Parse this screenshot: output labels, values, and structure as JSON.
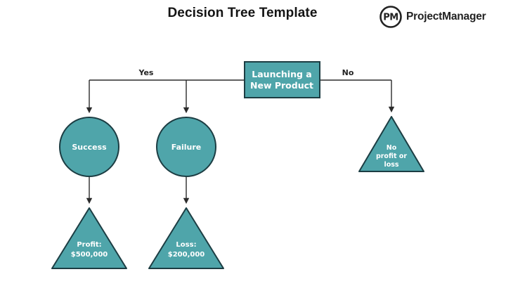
{
  "header": {
    "title": "Decision Tree Template",
    "brand": "ProjectManager",
    "logo_monogram": "PM"
  },
  "diagram": {
    "root_node": {
      "line1": "Launching a",
      "line2": "New Product"
    },
    "branches": {
      "yes_label": "Yes",
      "no_label": "No"
    },
    "nodes": {
      "success": {
        "label": "Success"
      },
      "failure": {
        "label": "Failure"
      },
      "profit": {
        "line1": "Profit:",
        "line2": "$500,000"
      },
      "loss": {
        "line1": "Loss:",
        "line2": "$200,000"
      },
      "no_profit": {
        "line1": "No",
        "line2": "profit or",
        "line3": "loss"
      }
    },
    "colors": {
      "shape_fill": "#4FA5AA",
      "shape_border": "#1C3D43",
      "connector": "#2B2B2B",
      "text_on_shape": "#FFFFFF"
    }
  }
}
